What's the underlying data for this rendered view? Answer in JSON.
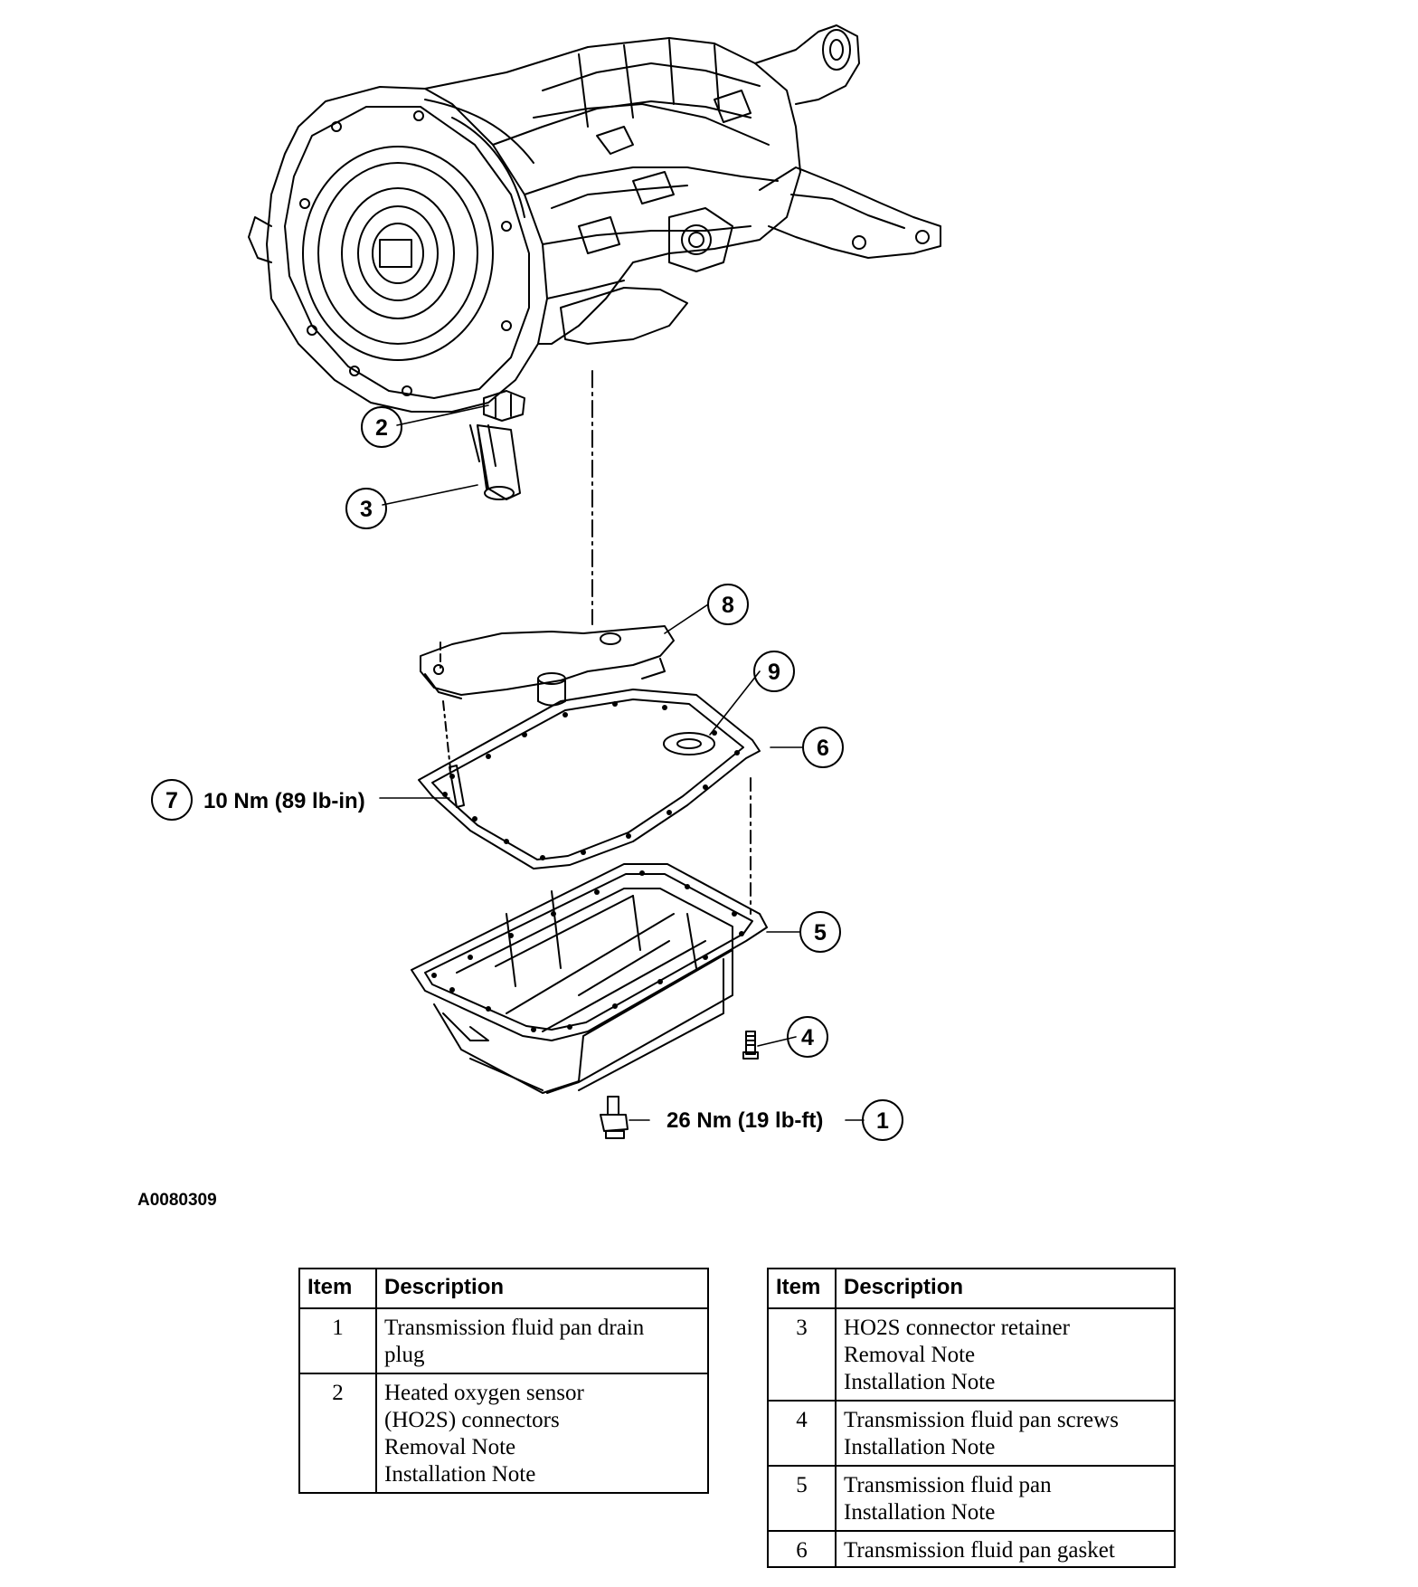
{
  "callouts": {
    "c1": "1",
    "c2": "2",
    "c3": "3",
    "c4": "4",
    "c5": "5",
    "c6": "6",
    "c7": "7",
    "c8": "8",
    "c9": "9"
  },
  "torque_specs": {
    "item7": "10 Nm (89 lb-in)",
    "item1": "26 Nm (19 lb-ft)"
  },
  "figure_id": "A0080309",
  "legend": {
    "header_item": "Item",
    "header_description": "Description",
    "left": [
      {
        "item": "1",
        "lines": [
          "Transmission fluid pan drain",
          "plug"
        ]
      },
      {
        "item": "2",
        "lines": [
          "Heated oxygen sensor",
          "(HO2S) connectors",
          "Removal Note",
          "Installation Note"
        ]
      }
    ],
    "right": [
      {
        "item": "3",
        "lines": [
          "HO2S connector retainer",
          "Removal Note",
          "Installation Note"
        ]
      },
      {
        "item": "4",
        "lines": [
          "Transmission fluid pan screws",
          "Installation Note"
        ]
      },
      {
        "item": "5",
        "lines": [
          "Transmission fluid pan",
          "Installation Note"
        ]
      },
      {
        "item": "6",
        "lines": [
          "Transmission fluid pan gasket"
        ]
      }
    ]
  }
}
